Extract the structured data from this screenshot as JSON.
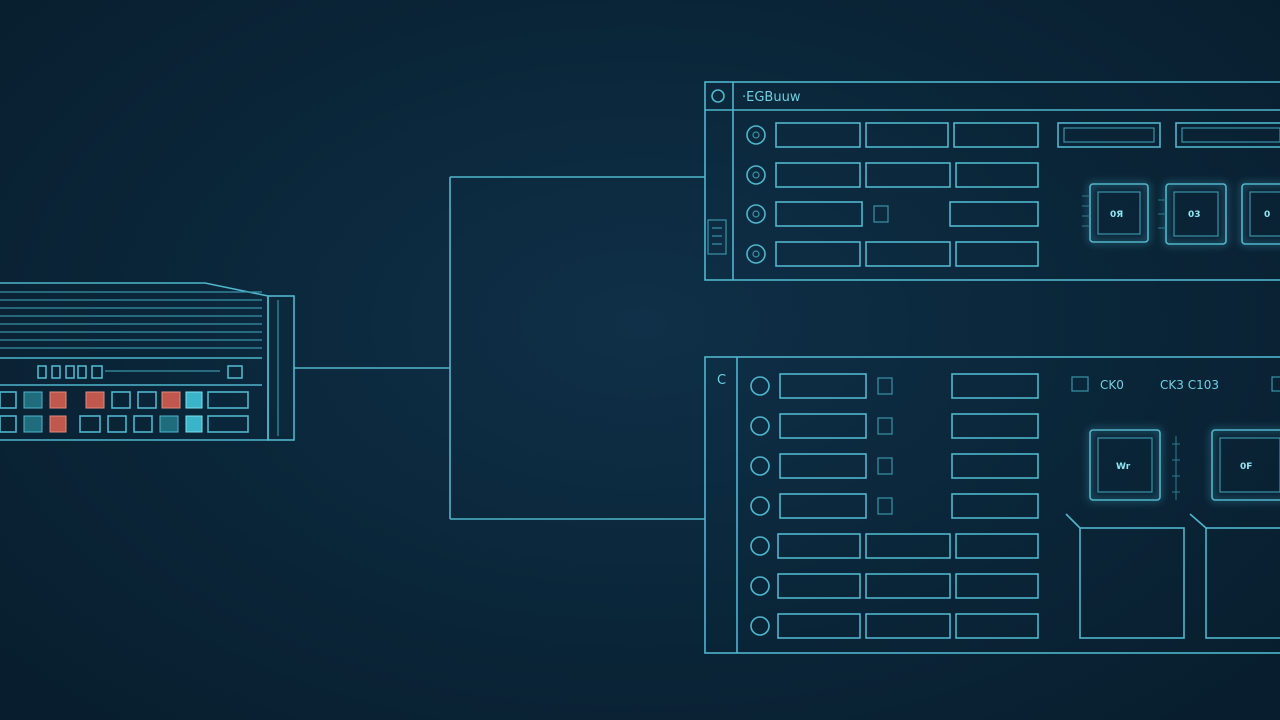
{
  "top_panel": {
    "title": "·EGBuuw",
    "side_tag": "",
    "chip_labels": [
      "0Я",
      "03",
      "0"
    ]
  },
  "bottom_panel": {
    "tag": "C",
    "header_texts": [
      "CK0",
      "CK3 C103"
    ],
    "chip_labels": [
      "Wr",
      "0F"
    ]
  },
  "colors": {
    "background": "#0a2236",
    "line": "#4fb6cc",
    "accent_red": "#c0584d",
    "accent_teal": "#39b4c8"
  }
}
